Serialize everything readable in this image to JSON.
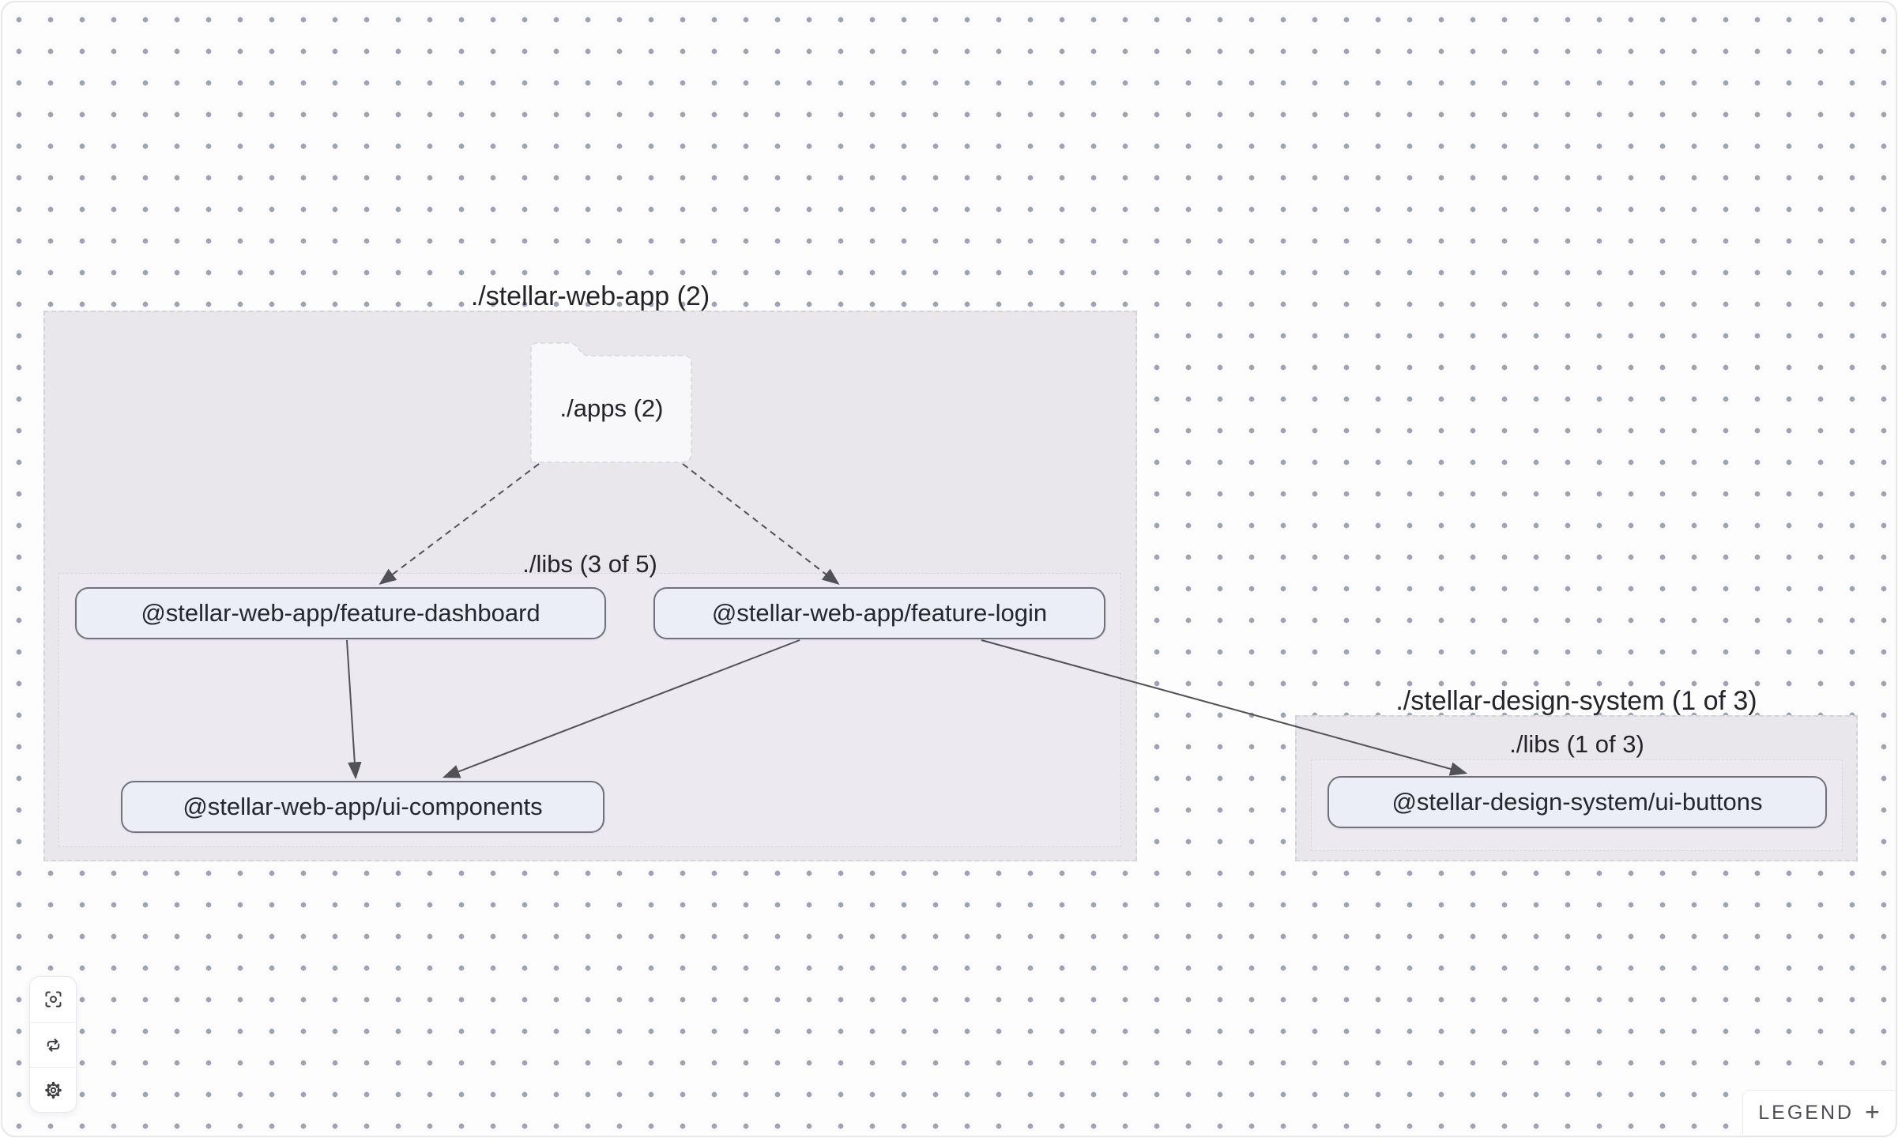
{
  "canvas": {
    "background": "#fdfdfe",
    "dot_color": "#9ba3b4"
  },
  "groups": [
    {
      "id": "stellar-web-app",
      "label": "./stellar-web-app (2)"
    },
    {
      "id": "stellar-design-system",
      "label": "./stellar-design-system (1 of 3)"
    }
  ],
  "subgroups": [
    {
      "id": "stellar-web-app-libs",
      "label": "./libs (3 of 5)"
    },
    {
      "id": "stellar-design-system-libs",
      "label": "./libs (1 of 3)"
    }
  ],
  "folder": {
    "label": "./apps (2)"
  },
  "nodes": [
    {
      "label": "@stellar-web-app/feature-dashboard"
    },
    {
      "label": "@stellar-web-app/feature-login"
    },
    {
      "label": "@stellar-web-app/ui-components"
    },
    {
      "label": "@stellar-design-system/ui-buttons"
    }
  ],
  "edges": [
    {
      "from": "./apps",
      "to": "@stellar-web-app/feature-dashboard",
      "style": "dashed"
    },
    {
      "from": "./apps",
      "to": "@stellar-web-app/feature-login",
      "style": "dashed"
    },
    {
      "from": "@stellar-web-app/feature-dashboard",
      "to": "@stellar-web-app/ui-components",
      "style": "solid"
    },
    {
      "from": "@stellar-web-app/feature-login",
      "to": "@stellar-web-app/ui-components",
      "style": "solid"
    },
    {
      "from": "@stellar-web-app/feature-login",
      "to": "@stellar-design-system/ui-buttons",
      "style": "solid"
    }
  ],
  "toolbar": {
    "buttons": [
      {
        "icon": "focus-icon"
      },
      {
        "icon": "refresh-icon"
      },
      {
        "icon": "settings-icon"
      }
    ]
  },
  "legend": {
    "label": "LEGEND",
    "expand_icon": "+"
  },
  "colors": {
    "group_fill": "#e9e6ec",
    "node_fill": "#ebeef6",
    "node_border": "#71717b",
    "edge": "#515158",
    "text": "#232329"
  }
}
